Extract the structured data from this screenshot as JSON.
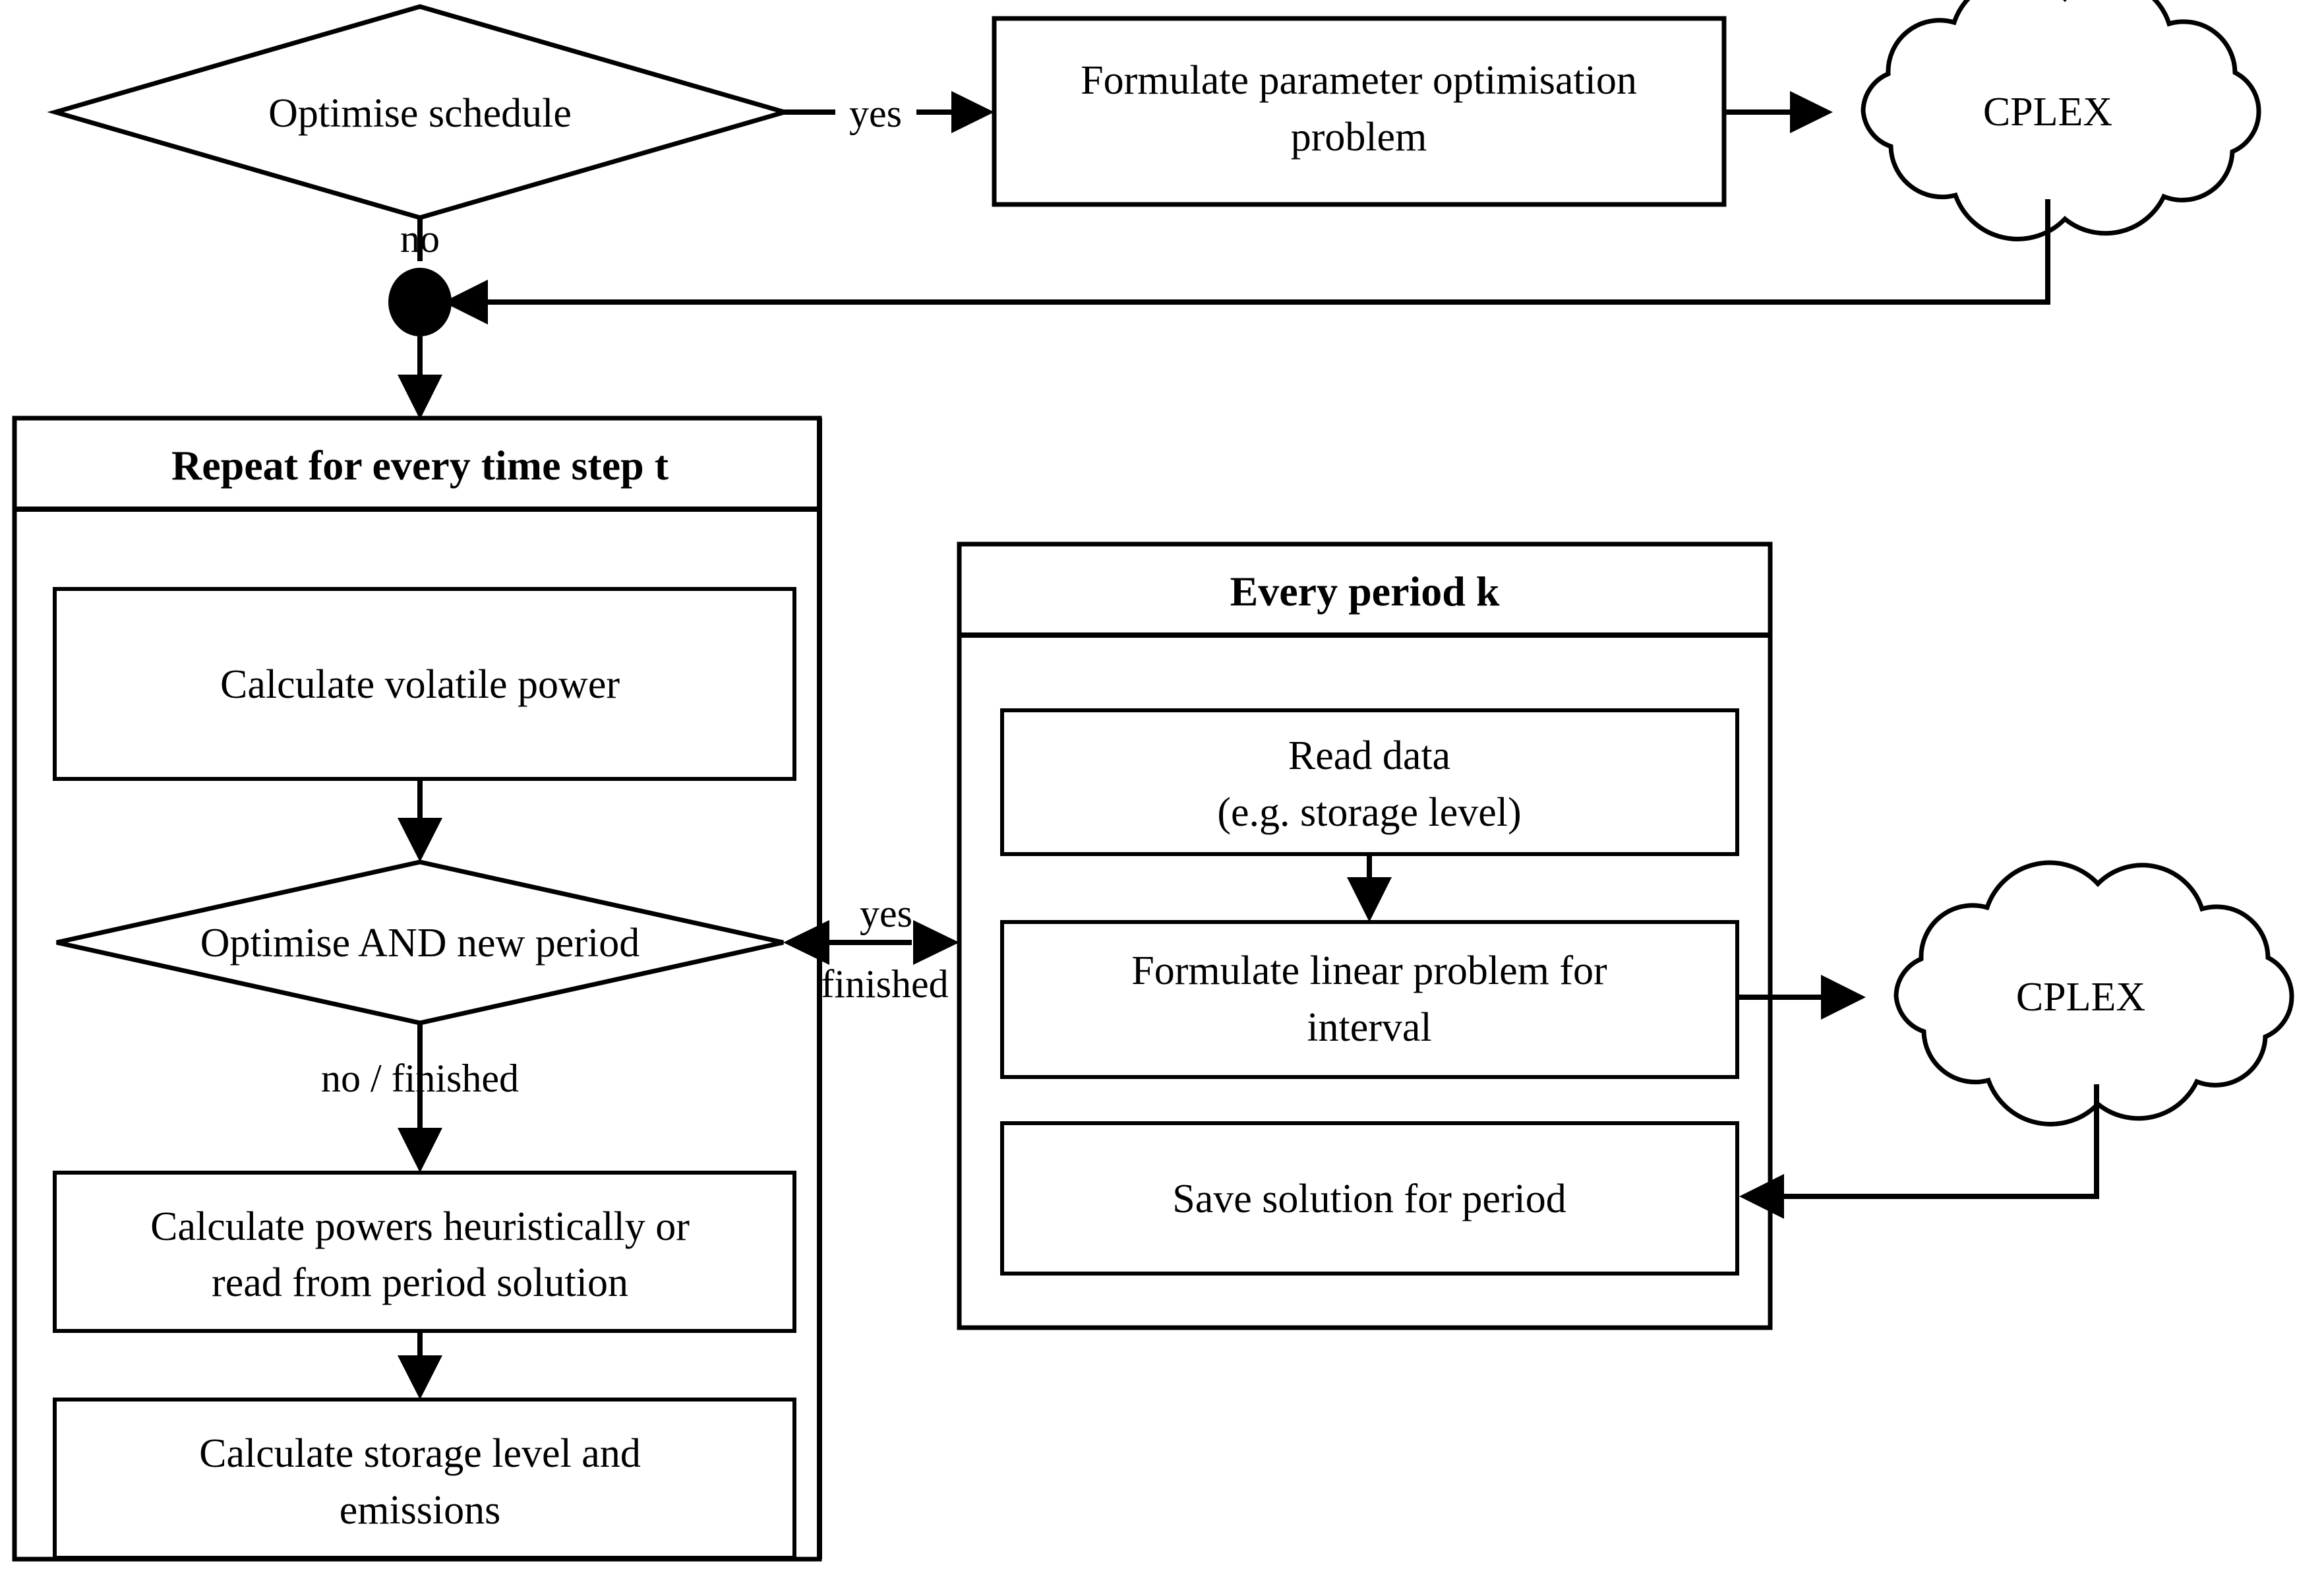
{
  "diagram": {
    "title": "Scheduling and optimisation flowchart",
    "type": "flowchart",
    "stroke_color": "#000000",
    "fill_color": "#ffffff",
    "nodes": {
      "optimise_schedule": "Optimise schedule",
      "formulate_param": {
        "line1": "Formulate parameter optimisation",
        "line2": "problem"
      },
      "cplex_top": "CPLEX",
      "cplex_right": "CPLEX",
      "repeat_header": "Repeat for every time step t",
      "calc_volatile": "Calculate volatile power",
      "optimise_and_new": "Optimise AND new period",
      "calc_powers": {
        "line1": "Calculate powers heuristically or",
        "line2": "read from period solution"
      },
      "calc_storage": {
        "line1": "Calculate storage level and",
        "line2": "emissions"
      },
      "period_header": "Every period k",
      "read_data": {
        "line1": "Read data",
        "line2": "(e.g. storage level)"
      },
      "formulate_linear": {
        "line1": "Formulate linear problem for",
        "line2": "interval"
      },
      "save_solution": "Save solution for period"
    },
    "edge_labels": {
      "yes_top": "yes",
      "no_top": "no",
      "yes_mid": "yes",
      "finished_mid": "finished",
      "no_finished": "no / finished"
    }
  }
}
